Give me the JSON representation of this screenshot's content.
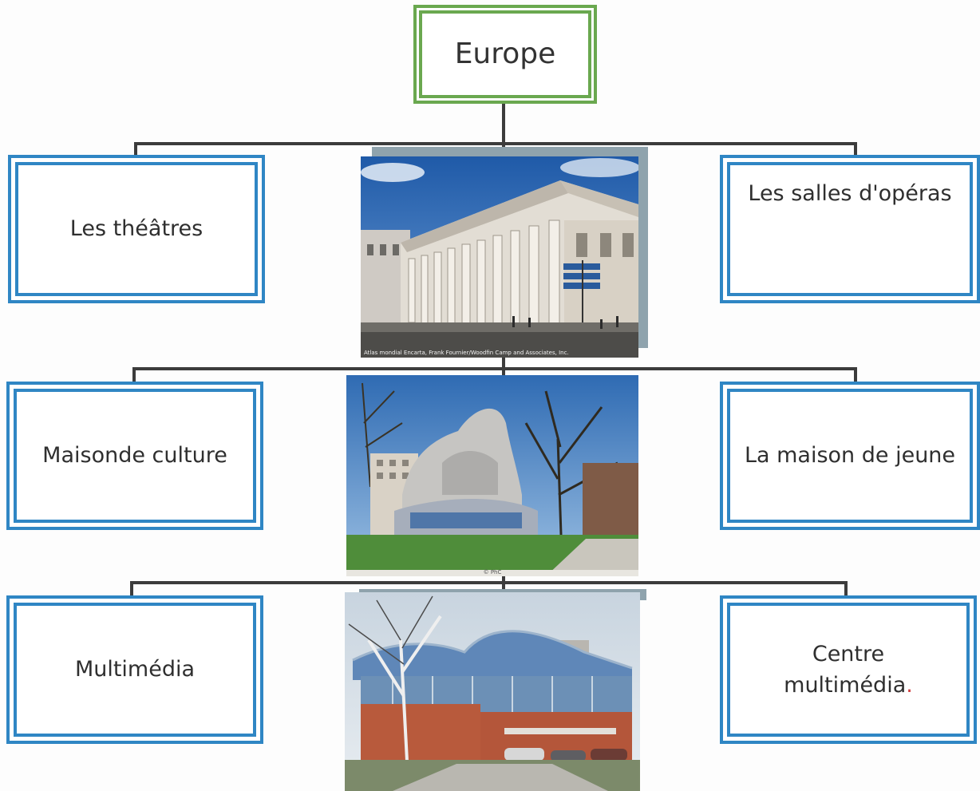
{
  "diagram": {
    "root": {
      "label": "Europe"
    },
    "left_nodes": [
      {
        "id": "theatres",
        "label": "Les théâtres"
      },
      {
        "id": "maison-culture",
        "label": "Maisonde culture"
      },
      {
        "id": "multimedia",
        "label": "Multimédia"
      }
    ],
    "right_nodes": [
      {
        "id": "salles-operas",
        "label": "Les salles d'opéras"
      },
      {
        "id": "maison-jeune",
        "label": "La maison de jeune"
      },
      {
        "id": "centre-multimedia",
        "label_line1": "Centre",
        "label_line2": "multimédia",
        "label_punct": "."
      }
    ],
    "photos": [
      {
        "id": "opera-photo",
        "subject": "opera-house-colonnade",
        "credit": "Atlas mondial Encarta, Frank Fournier/Woodfin Camp and Associates, Inc."
      },
      {
        "id": "culture-photo",
        "subject": "modern-culture-building",
        "credit": "© PhC"
      },
      {
        "id": "mediatheque-photo",
        "subject": "multimedia-centre-building",
        "credit": ""
      }
    ]
  },
  "colors": {
    "blue_border": "#2f86c4",
    "green_border": "#6aa84f",
    "connector": "#3c3c3c"
  }
}
